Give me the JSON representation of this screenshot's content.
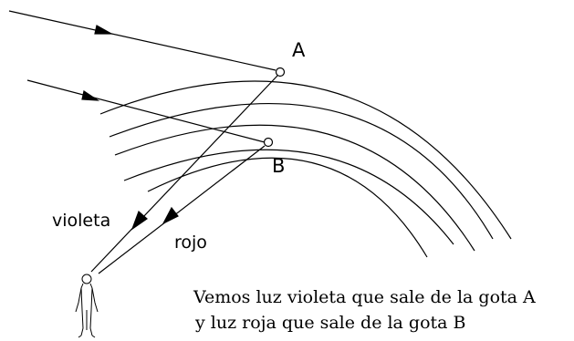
{
  "labels": {
    "drop_a": "A",
    "drop_b": "B",
    "violet": "violeta",
    "red": "rojo"
  },
  "caption": {
    "line1": "Vemos luz violeta que sale de la gota A",
    "line2": "y luz roja que sale de la gota B"
  },
  "colors": {
    "stroke": "#000000",
    "background": "#ffffff"
  }
}
